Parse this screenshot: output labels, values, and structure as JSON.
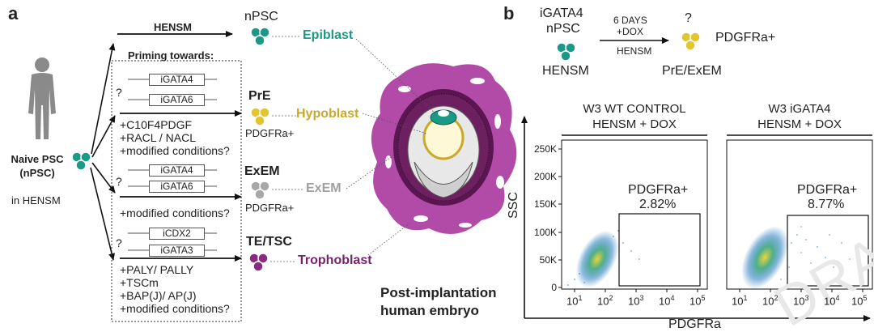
{
  "colors": {
    "epiblast": "#1a9a86",
    "hypoblast": "#c8a92a",
    "exem": "#9a9a9a",
    "trophoblast": "#7a2070",
    "embryo_purple": "#b24aa8",
    "flow_cell": "#1e7fb8"
  },
  "panel_a": {
    "letter": "a",
    "source_label": "Naive PSC\n(nPSC)",
    "condition_label": "in HENSM",
    "hensm_label": "HENSM",
    "priming_title": "Priming towards:",
    "npsc_label": "nPSC",
    "epiblast_label": "Epiblast",
    "pre_label": "PrE",
    "pre_marker": "PDGFRa+",
    "hypoblast_label": "Hypoblast",
    "exem_label": "ExEM",
    "exem_marker": "PDGFRa+",
    "exem_tissue_label": "ExEM",
    "te_label": "TE/TSC",
    "trophoblast_label": "Trophoblast",
    "q1": "?",
    "q2": "?",
    "q3": "?",
    "pre_boxes": [
      "iGATA4",
      "iGATA6"
    ],
    "pre_conditions": [
      "+C10F4PDGF",
      "+RACL / NACL",
      "+modified conditions?"
    ],
    "exem_boxes": [
      "iGATA4",
      "iGATA6"
    ],
    "exem_conditions": [
      "+modified conditions?"
    ],
    "te_boxes": [
      "iCDX2",
      "iGATA3"
    ],
    "te_conditions": [
      "+PALY/ PALLY",
      "+TSCm",
      "+BAP(J)/ AP(J)",
      "+modified conditions?"
    ],
    "embryo_caption_1": "Post-implantation",
    "embryo_caption_2": "human embryo"
  },
  "panel_b": {
    "letter": "b",
    "line_1": "iGATA4",
    "line_2": "nPSC",
    "condition": "HENSM",
    "arrow_top_1": "6 DAYS",
    "arrow_top_2": "+DOX",
    "arrow_bottom": "HENSM",
    "question": "?",
    "result_marker": "PDGFRa+",
    "result_identity": "PrE/ExEM",
    "plot_1_title_1": "W3 WT CONTROL",
    "plot_1_title_2": "HENSM + DOX",
    "plot_1_gate_label": "PDGFRa+",
    "plot_1_gate_value": "2.82%",
    "plot_2_title_1": "W3 iGATA4",
    "plot_2_title_2": "HENSM + DOX",
    "plot_2_gate_label": "PDGFRa+",
    "plot_2_gate_value": "8.77%",
    "y_axis_label": "SSC",
    "x_axis_label": "PDGFRa",
    "y_ticks": [
      "250K",
      "200K",
      "150K",
      "100K",
      "50K",
      "0"
    ],
    "x_ticks": [
      "10",
      "10",
      "10",
      "10",
      "10"
    ],
    "x_tick_exponents": [
      "1",
      "2",
      "3",
      "4",
      "5"
    ]
  }
}
